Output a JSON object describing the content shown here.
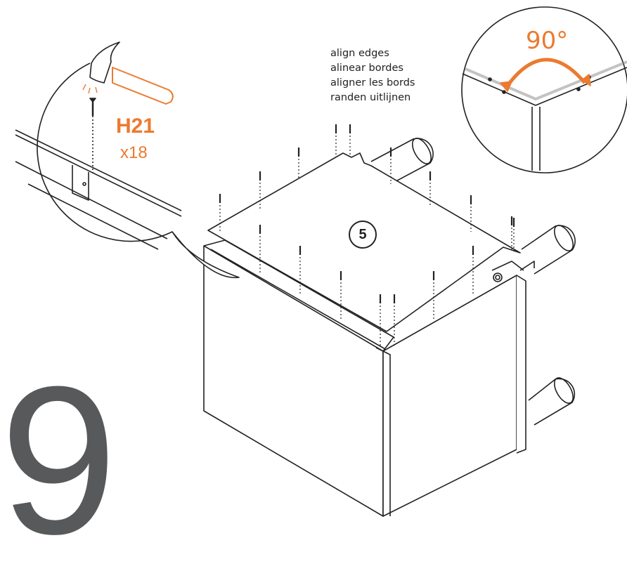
{
  "step_number": "9",
  "instructions": [
    "align edges",
    "alinear bordes",
    "aligner les bords",
    "randen uitlijnen"
  ],
  "part": {
    "code": "H21",
    "quantity": "x18"
  },
  "angle_label": "90°",
  "panel_label": "5",
  "tool_icon": "hammer-icon",
  "colors": {
    "accent": "#ec7a2f",
    "line": "#222222",
    "step_number": "#58595b"
  }
}
